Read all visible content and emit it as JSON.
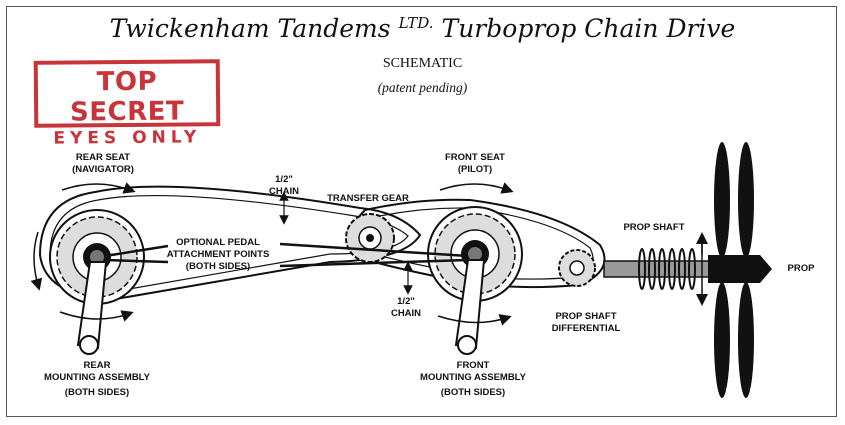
{
  "diagram": {
    "title_main": "Twickenham Tandems",
    "title_ltd": "LTD.",
    "title_rest": "Turboprop Chain Drive",
    "subtitle": "SCHEMATIC",
    "note": "(patent pending)",
    "stamp": {
      "line1": "TOP SECRET",
      "line2": "EYES ONLY",
      "color": "#c8343a"
    },
    "labels": {
      "rear_seat": "REAR SEAT",
      "rear_seat_sub": "(NAVIGATOR)",
      "front_seat": "FRONT SEAT",
      "front_seat_sub": "(PILOT)",
      "chain_top_size": "1/2\"",
      "chain_top": "CHAIN",
      "transfer_gear": "TRANSFER GEAR",
      "pedal_line1": "OPTIONAL PEDAL",
      "pedal_line2": "ATTACHMENT POINTS",
      "pedal_line3": "(BOTH SIDES)",
      "prop_shaft": "PROP SHAFT",
      "prop": "PROP",
      "chain_bottom_size": "1/2\"",
      "chain_bottom": "CHAIN",
      "differential_line1": "PROP SHAFT",
      "differential_line2": "DIFFERENTIAL",
      "rear_mount_line1": "REAR",
      "rear_mount_line2": "MOUNTING ASSEMBLY",
      "rear_mount_line3": "(BOTH SIDES)",
      "front_mount_line1": "FRONT",
      "front_mount_line2": "MOUNTING ASSEMBLY",
      "front_mount_line3": "(BOTH SIDES)"
    }
  }
}
